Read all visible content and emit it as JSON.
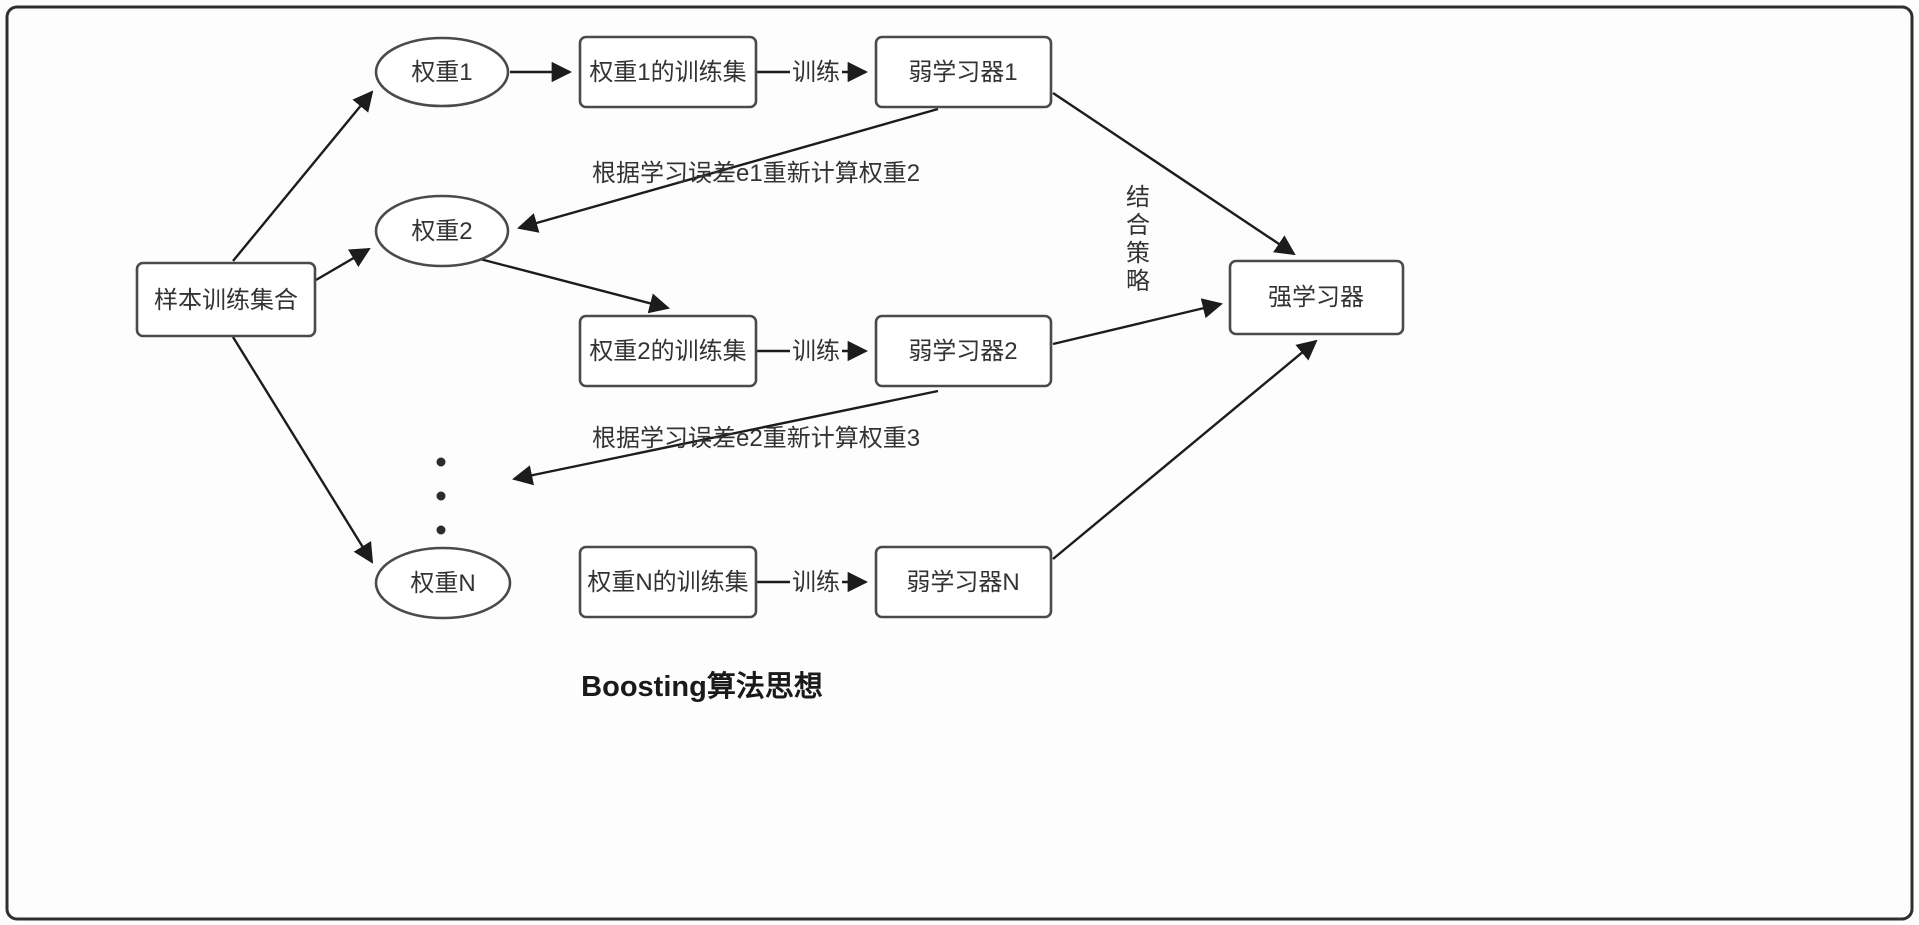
{
  "diagram": {
    "title": "Boosting算法思想",
    "nodes": {
      "sample_set": "样本训练集合",
      "weight1": "权重1",
      "weight2": "权重2",
      "weightN": "权重N",
      "trainset1": "权重1的训练集",
      "trainset2": "权重2的训练集",
      "trainsetN": "权重N的训练集",
      "learner1": "弱学习器1",
      "learner2": "弱学习器2",
      "learnerN": "弱学习器N",
      "strong_learner": "强学习器"
    },
    "labels": {
      "train1": "训练",
      "train2": "训练",
      "trainN": "训练",
      "recalc2": "根据学习误差e1重新计算权重2",
      "recalc3": "根据学习误差e2重新计算权重3",
      "combine_strategy": "结合策略",
      "combine_chars": [
        "结",
        "合",
        "策",
        "略"
      ]
    },
    "colors": {
      "background": "#fdfdfd",
      "node_stroke": "#4a4a4a",
      "edge": "#1c1c1c",
      "text": "#333333",
      "frame": "#2f2f2f"
    }
  }
}
